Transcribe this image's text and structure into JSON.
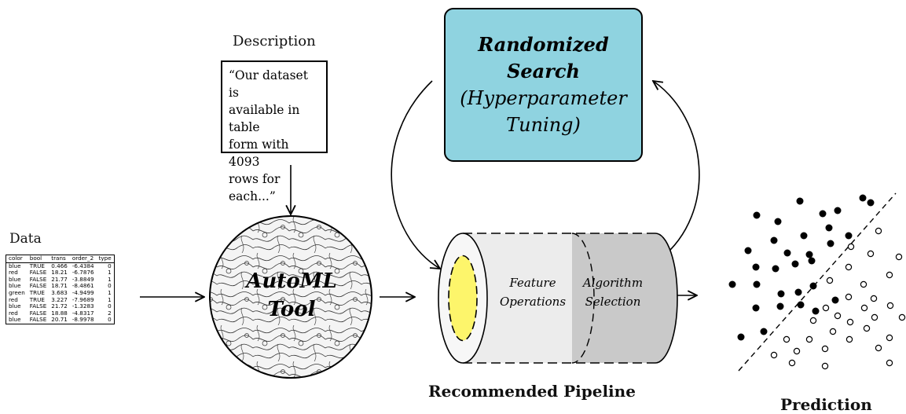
{
  "data_section": {
    "title": "Data",
    "table": {
      "headers": [
        "color",
        "bool",
        "trans",
        "order_2",
        "type"
      ],
      "rows": [
        [
          "blue",
          "TRUE",
          "0.466",
          "-6.4384",
          "0"
        ],
        [
          "red",
          "FALSE",
          "18.21",
          "-6.7876",
          "1"
        ],
        [
          "blue",
          "FALSE",
          "21.77",
          "-3.8849",
          "1"
        ],
        [
          "blue",
          "FALSE",
          "18.71",
          "-8.4861",
          "0"
        ],
        [
          "green",
          "TRUE",
          "3.683",
          "-4.9499",
          "1"
        ],
        [
          "red",
          "TRUE",
          "3.227",
          "-7.9689",
          "1"
        ],
        [
          "blue",
          "FALSE",
          "21.72",
          "-1.3283",
          "0"
        ],
        [
          "red",
          "FALSE",
          "18.88",
          "-4.8317",
          "2"
        ],
        [
          "blue",
          "FALSE",
          "20.71",
          "-8.9978",
          "0"
        ]
      ]
    }
  },
  "description": {
    "title": "Description",
    "lines": [
      "“Our dataset is",
      "available in table",
      "form with 4093",
      "rows for each...”"
    ]
  },
  "automl": {
    "line1": "AutoML",
    "line2": "Tool"
  },
  "randomized_search": {
    "line1": "Randomized",
    "line2": "Search",
    "line3": "(Hyperparameter",
    "line4": "Tuning)"
  },
  "pipeline": {
    "feature_ops": {
      "line1": "Feature",
      "line2": "Operations"
    },
    "algo_sel": {
      "line1": "Algorithm",
      "line2": "Selection"
    },
    "title": "Recommended Pipeline"
  },
  "prediction": {
    "title": "Prediction"
  },
  "colors": {
    "search_box": "#8fd3e0",
    "pipeline_light": "#ececec",
    "pipeline_dark": "#c9c9c9",
    "core_yellow": "#fdf56b",
    "stroke": "#000000"
  },
  "icons": [
    "arrow-right-icon",
    "arrow-down-icon",
    "curved-arrow-icon",
    "texture-circle-icon",
    "scatter-plot-icon"
  ]
}
